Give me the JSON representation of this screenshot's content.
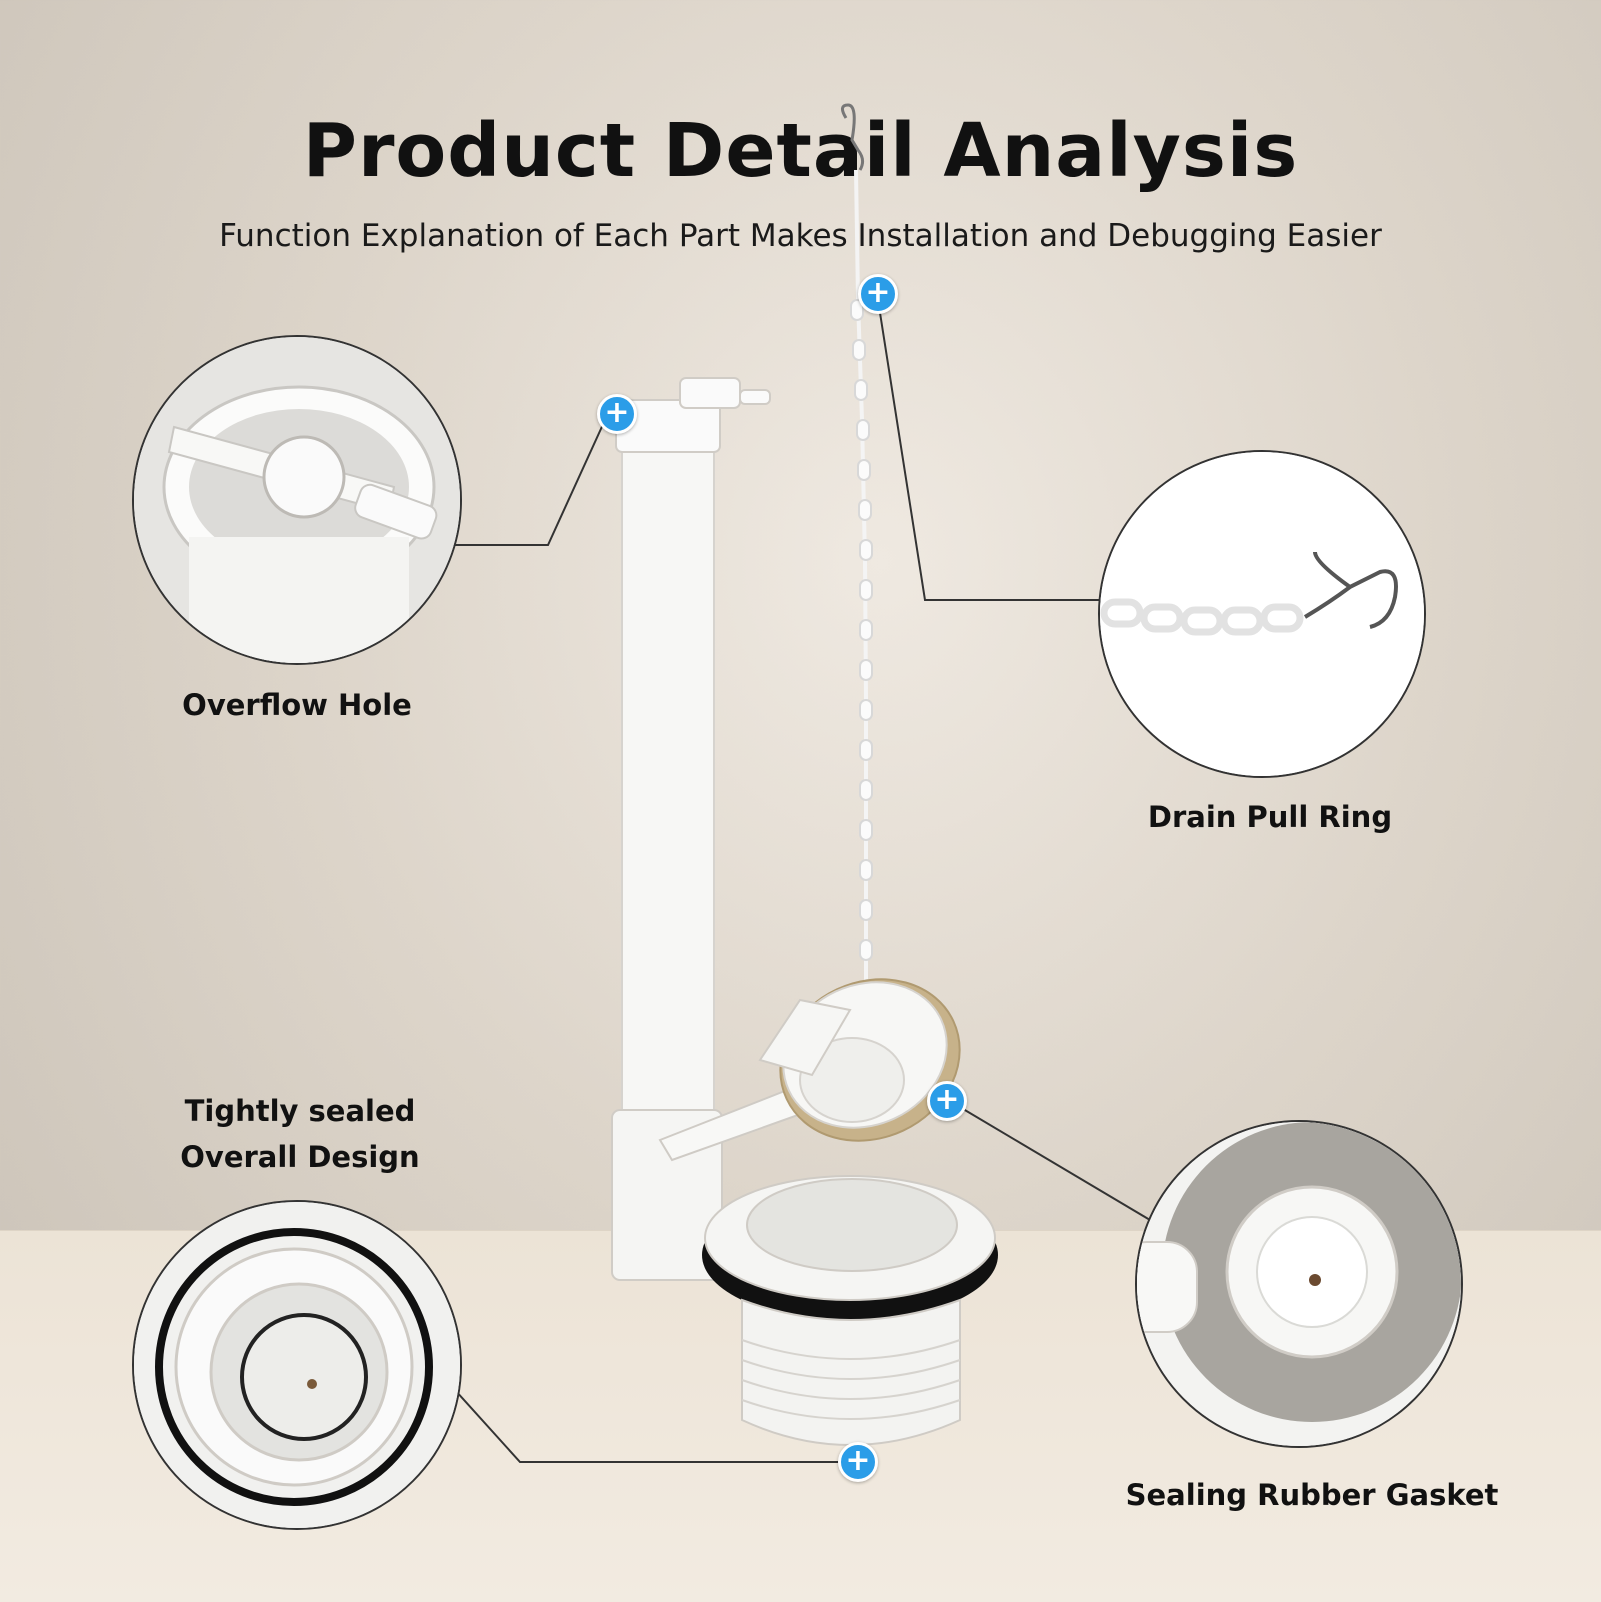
{
  "header": {
    "title": "Product Detail Analysis",
    "subtitle": "Function Explanation of Each Part Makes Installation and Debugging Easier"
  },
  "callouts": [
    {
      "id": "overflow",
      "label": "Overflow Hole"
    },
    {
      "id": "pull-ring",
      "label": "Drain Pull Ring"
    },
    {
      "id": "sealed-design",
      "label_line1": "Tightly sealed",
      "label_line2": "Overall Design"
    },
    {
      "id": "gasket",
      "label": "Sealing Rubber Gasket"
    }
  ],
  "icons": {
    "hotspot": "plus-icon",
    "hotspot_glyph": "+"
  },
  "colors": {
    "hotspot": "#2b9de8",
    "background": "#ddd5ca"
  }
}
